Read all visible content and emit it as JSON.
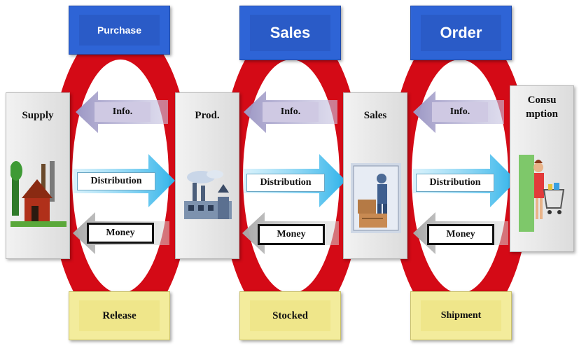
{
  "cycles": [
    {
      "top_label": "Purchase",
      "bottom_label": "Release"
    },
    {
      "top_label": "Sales",
      "bottom_label": "Stocked"
    },
    {
      "top_label": "Order",
      "bottom_label": "Shipment"
    }
  ],
  "nodes": [
    {
      "label": "Supply",
      "icon": "farm-icon"
    },
    {
      "label": "Prod.",
      "icon": "factory-icon"
    },
    {
      "label": "Sales",
      "icon": "warehouse-worker-icon"
    },
    {
      "label": "Consu\nmption",
      "icon": "shopper-icon"
    }
  ],
  "flows": {
    "info": "Info.",
    "distribution": "Distribution",
    "money": "Money"
  },
  "colors": {
    "ring": "#d40a16",
    "top_box": "#2e64d6",
    "bottom_box": "#f3ec9c",
    "info_arrow": "#a9a4cc",
    "distribution_arrow": "#4cc0ee",
    "money_arrow": "#b8b8b8"
  }
}
